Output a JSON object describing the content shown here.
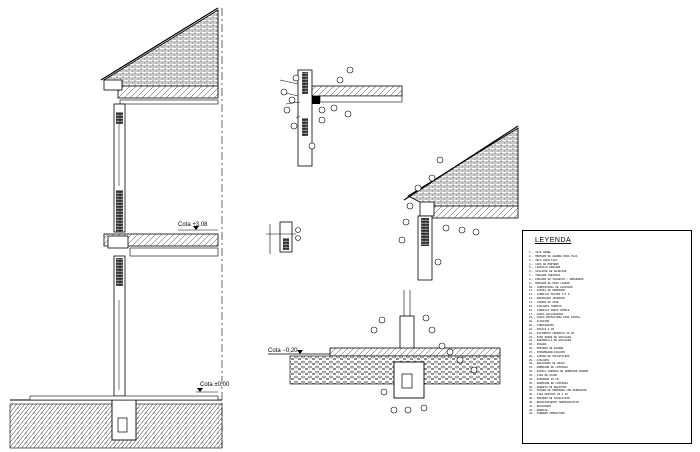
{
  "labels": {
    "cota_floor2": "Cota +3,08",
    "cota_ground": "Cota ±0,00",
    "cota_outside": "Cota −0,20"
  },
  "legend": {
    "title": "LEYENDA",
    "items": [
      "1.- TEJA ARABE",
      "2.- MORTERO DE AGARRE PARA TEJA",
      "3.- TELA ASFALTICA",
      "4.- CAPA DE MORTERO",
      "5.- LADRILLO DOBLADO",
      "6.- AISLANTE DE SUJECION",
      "7.- TABLERO CERAMICO",
      "8.- FORJADO DE VIGUETAS / ARMADURAS",
      "9.- MORTERO DE PASO LIGERO",
      "10.- CARPINTERIA DE ALUMINIO",
      "11.- DINTEL DE HORMIGON",
      "12.- LADRILLO MACIZO 1/2 P",
      "13.- ENFOSCADO INTERIOR",
      "14.- CAMARA DE AIRE",
      "15.- AISLANTE TERMICO",
      "16.- LADRILLO HUECO SIMPLE",
      "17.- CHAPA GALVANIZADA",
      "18.- CHAPA PROTECTORA PARA DINTEL",
      "19.- ALFEIZAR",
      "20.- VIERTEAGUAS",
      "21.- ZOCALO 3 CM",
      "22.- PAVIMENTO CERAMICO 30 CM",
      "23.- PASO DESDE DE ESCALERA",
      "24.- BARANDILLA DE ESCALERA",
      "25.- SOLERA",
      "26.- MORTERO DE AGARRE",
      "27.- IMPERMEABILIZACION",
      "28.- LAMINA DE POLIETILENO",
      "29.- AISLANTE",
      "30.- ENCACHADO DE GRAVA",
      "31.- HORMIGON DE LIMPIEZA",
      "32.- ZAPATA CORRIDA DE HORMIGON ARMADO",
      "33.- VIGA DE ATADO",
      "34.- ARMADURA 20 CM",
      "35.- HORMIGON DE LIMPIEZA",
      "36.- ARQUETA DE REGISTRO",
      "37.- SOLERA DE HORMIGON CON PENDIENTE",
      "38.- VIGA RIOSTRA 30 X 40",
      "39.- MORTERO DE NIVELACION",
      "40.- REVESTIMIENTO TERMOACUSTICO",
      "41.- ENCACHADO",
      "42.- DRENAJE",
      "43.- TERRENO COMPACTADO"
    ]
  }
}
